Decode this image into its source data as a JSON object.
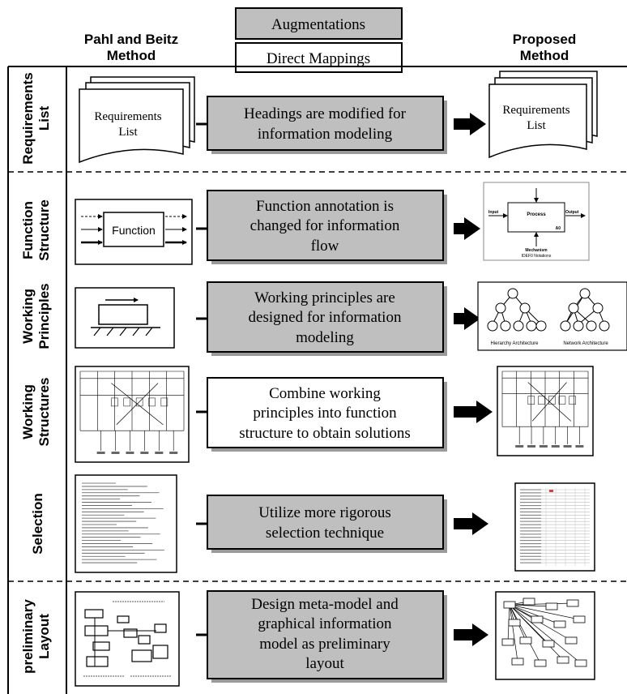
{
  "legend": {
    "augmentations": "Augmentations",
    "direct_mappings": "Direct Mappings",
    "augment_fill": "#bfbfbf",
    "direct_fill": "#ffffff"
  },
  "columns": {
    "left": [
      "Pahl and Beitz",
      "Method"
    ],
    "right": [
      "Proposed",
      "Method"
    ]
  },
  "rows": [
    {
      "id": "requirements",
      "label": [
        "Requirements",
        "List"
      ],
      "kind": "augmentation",
      "center_text": [
        "Headings are modified for",
        "information modeling"
      ],
      "left_doc": [
        "Requirements",
        "List"
      ],
      "right_doc": [
        "Requirements",
        "List"
      ]
    },
    {
      "id": "function",
      "label": [
        "Function",
        "Structure"
      ],
      "kind": "augmentation",
      "center_text": [
        "Function annotation is",
        "changed for information",
        "flow"
      ],
      "left_box": "Function",
      "idef0": {
        "input": "Input",
        "process": "Process",
        "output": "Output",
        "a0": "A0",
        "mechanism": "Mechanism",
        "caption": "IDEF0 Notations"
      }
    },
    {
      "id": "working-principles",
      "label": [
        "Working",
        "Principles"
      ],
      "kind": "augmentation",
      "center_text": [
        "Working principles are",
        "designed for information",
        "modeling"
      ],
      "right_captions": [
        "Hierarchy Architecture",
        "Network Architecture"
      ]
    },
    {
      "id": "working-structures",
      "label": [
        "Working",
        "Structures"
      ],
      "kind": "direct",
      "center_text": [
        "Combine working",
        "principles into function",
        "structure to obtain solutions"
      ]
    },
    {
      "id": "selection",
      "label": [
        "Selection"
      ],
      "kind": "augmentation",
      "center_text": [
        "Utilize more rigorous",
        "selection technique"
      ]
    },
    {
      "id": "preliminary-layout",
      "label": [
        "preliminary",
        "Layout"
      ],
      "kind": "augmentation",
      "center_text": [
        "Design meta-model and",
        "graphical information",
        "model as preliminary",
        "layout"
      ]
    }
  ]
}
